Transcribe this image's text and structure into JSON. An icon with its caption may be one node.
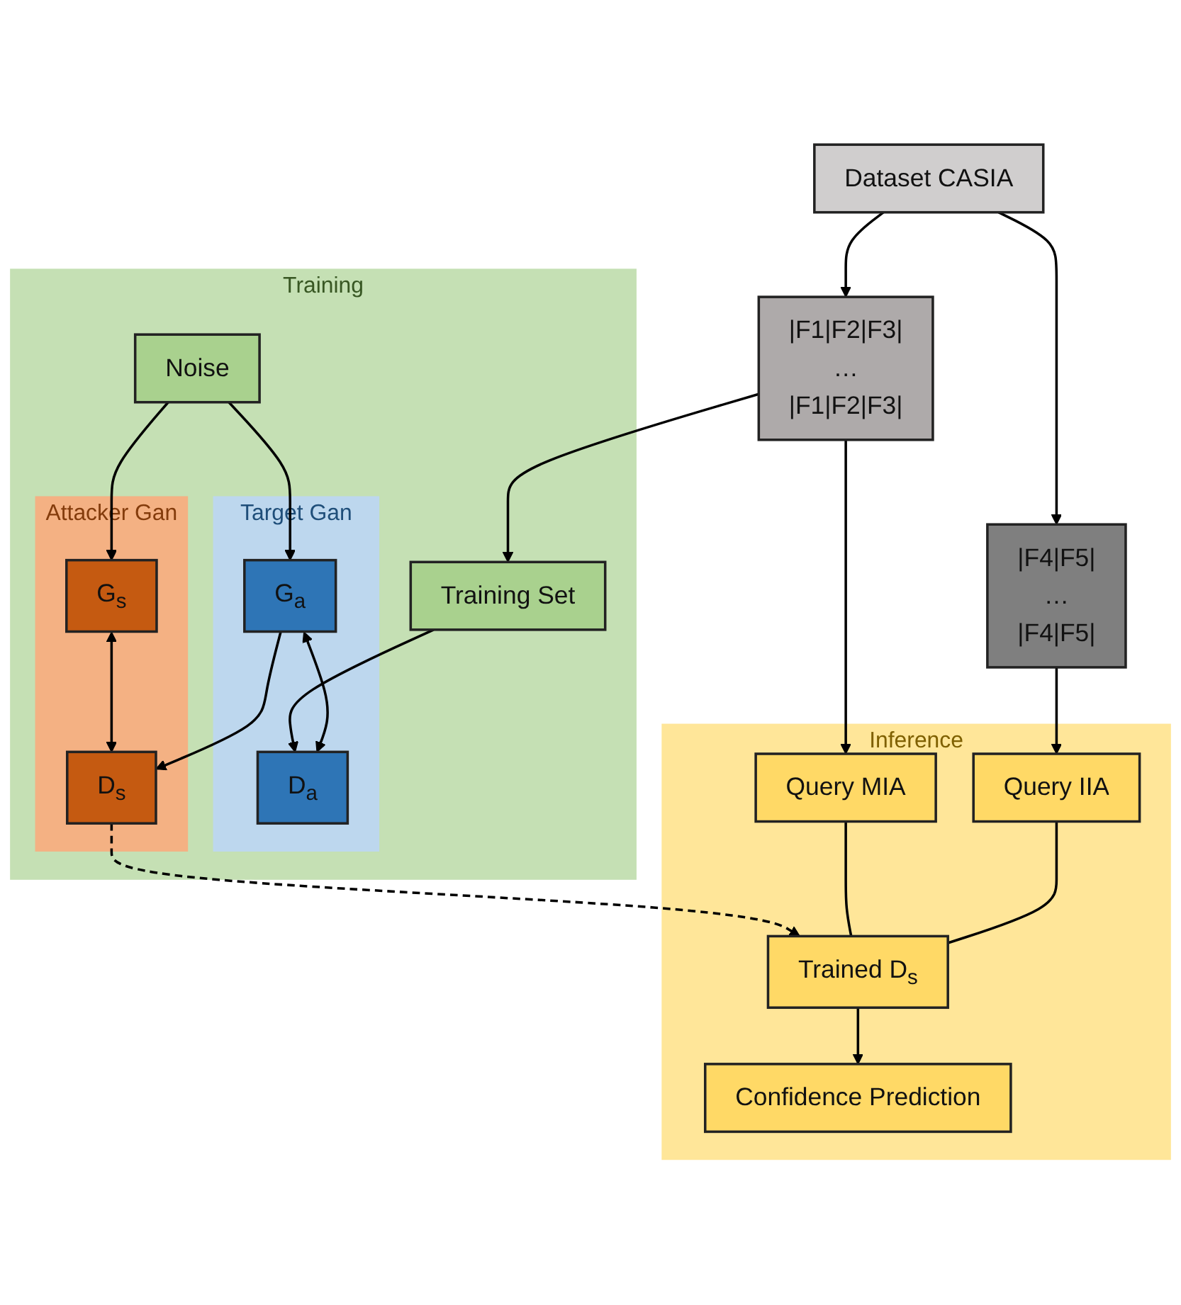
{
  "diagram": {
    "nodes": [
      {
        "text": [
          "Dataset CASIA"
        ]
      },
      {
        "text": [
          "|F1|F2|F3|",
          "…",
          "|F1|F2|F3|"
        ]
      },
      {
        "text": [
          "|F4|F5|",
          "…",
          "|F4|F5|"
        ]
      },
      {
        "text": [
          "Training"
        ]
      },
      {
        "text": [
          "Training Set"
        ],
        "in": 3
      },
      {
        "text": [
          "Noise"
        ],
        "in": 3
      },
      {
        "text": [
          "Target Gan"
        ],
        "in": 3
      },
      {
        "text": [
          "G$_{a}$"
        ],
        "in": 6
      },
      {
        "text": [
          "D$_{a}$"
        ],
        "in": 6
      },
      {
        "text": [
          "Attacker Gan"
        ],
        "in": 3
      },
      {
        "text": [
          "G$_{s}$"
        ],
        "in": 9
      },
      {
        "text": [
          "D$_{s}$"
        ],
        "in": 9
      },
      {
        "text": [
          "Inference"
        ]
      },
      {
        "text": [
          "Query MIA"
        ],
        "in": 12
      },
      {
        "text": [
          "Query IIA"
        ],
        "in": 12
      },
      {
        "text": [
          "Trained D$_{s}$"
        ],
        "in": 12
      },
      {
        "text": [
          "Confidence Prediction"
        ],
        "in": 12
      }
    ],
    "edges": [
      {
        "from": 0,
        "to": 1,
        "arrow": "to"
      },
      {
        "from": 0,
        "to": 2,
        "arrow": "to"
      },
      {
        "from": 1,
        "to": 4,
        "arrow": "to"
      },
      {
        "from": 1,
        "to": 13,
        "arrow": "to"
      },
      {
        "from": 2,
        "to": 14,
        "arrow": "to"
      },
      {
        "from": 5,
        "to": 7,
        "arrow": "to"
      },
      {
        "from": 5,
        "to": 10,
        "arrow": "to"
      },
      {
        "from": 4,
        "to": 8,
        "arrow": "to"
      },
      {
        "from": 7,
        "to": 8,
        "arrow": "both"
      },
      {
        "from": 7,
        "to": 11,
        "arrow": "to"
      },
      {
        "from": 10,
        "to": 11,
        "arrow": "both"
      },
      {
        "from": 11,
        "to": 15,
        "arrow": "to",
        "style": "dashed"
      },
      {
        "from": 13,
        "to": 15,
        "arrow": "none"
      },
      {
        "from": 14,
        "to": 15,
        "arrow": "none"
      },
      {
        "from": 15,
        "to": 16,
        "arrow": "to"
      }
    ]
  }
}
